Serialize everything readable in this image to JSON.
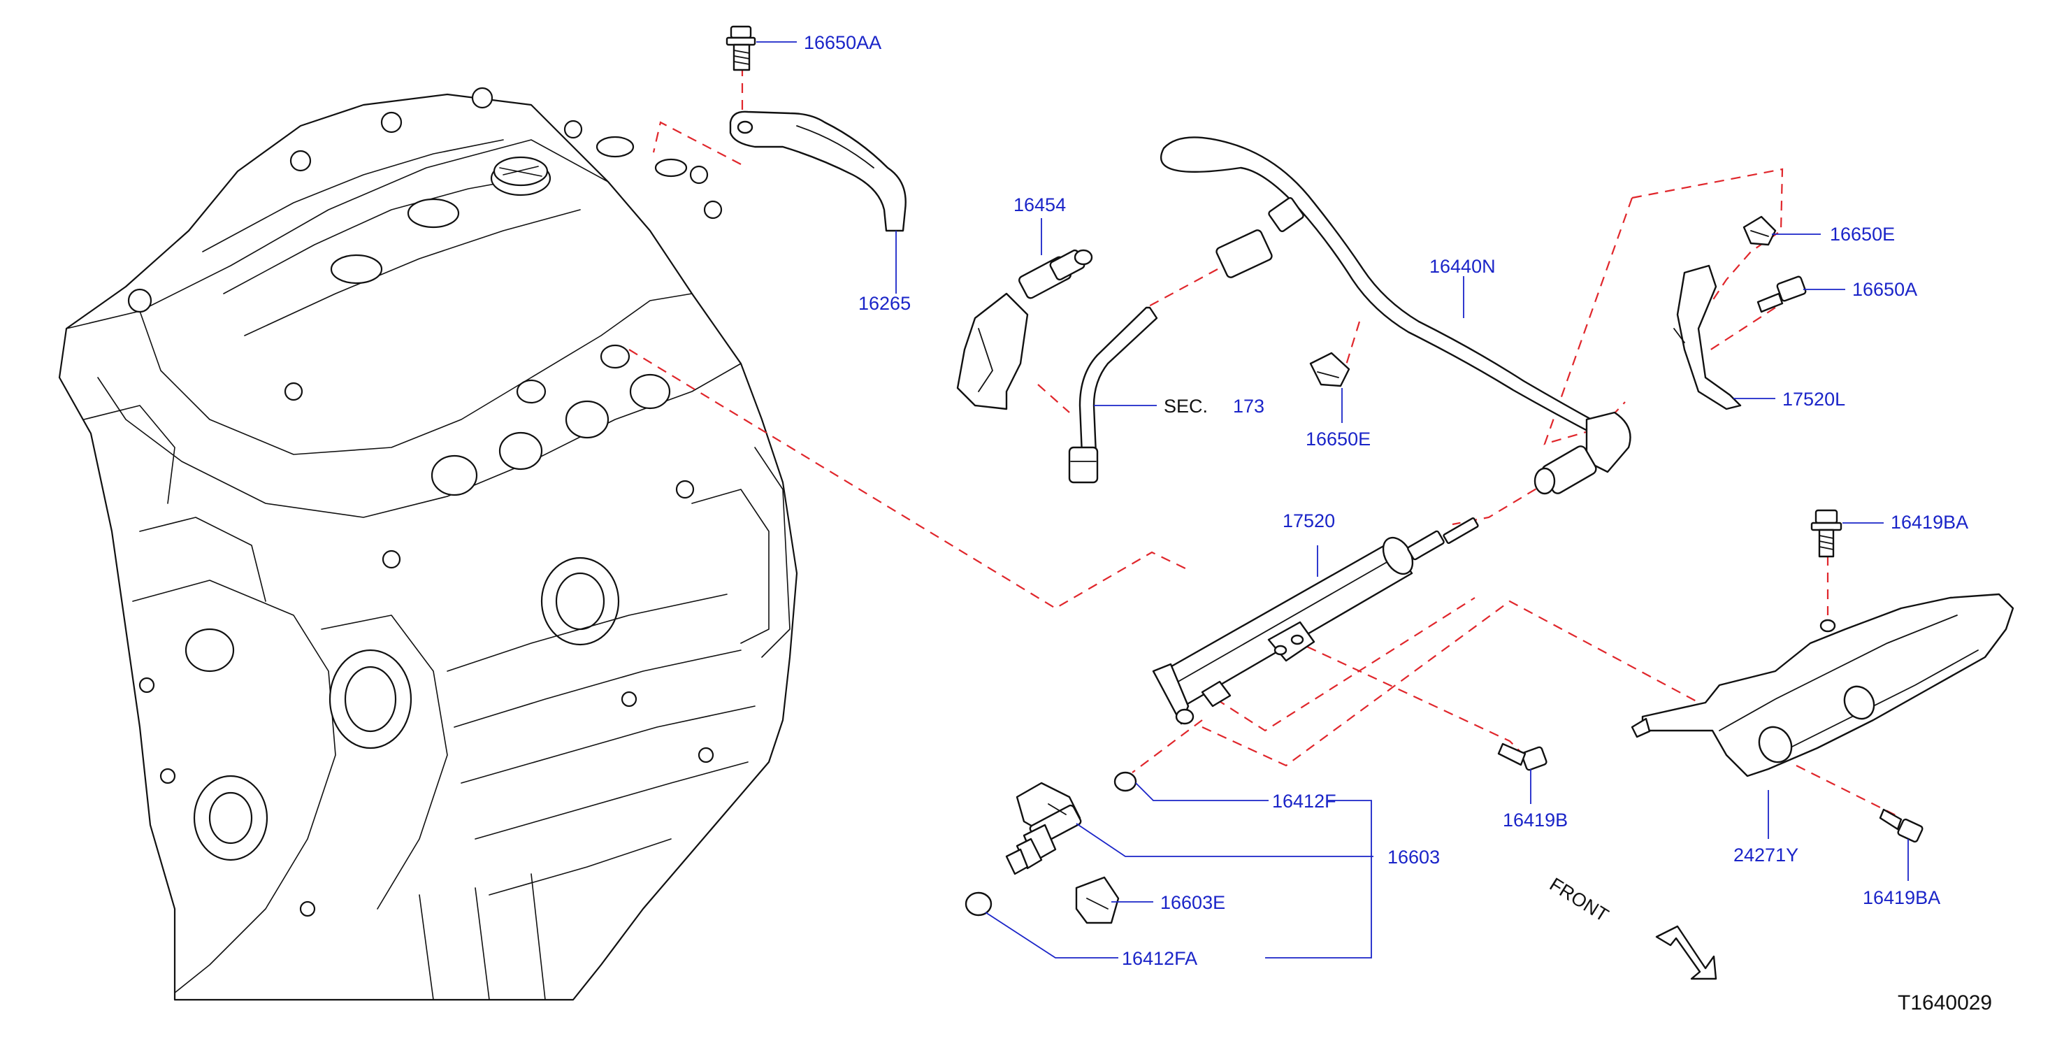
{
  "diagram": {
    "code": "T1640029",
    "direction_label": "FRONT",
    "sec_prefix": "SEC.",
    "sec_number": "173"
  },
  "labels": {
    "p16650AA": "16650AA",
    "p16265": "16265",
    "p16454": "16454",
    "p16440N": "16440N",
    "p16650E_top": "16650E",
    "p16650A": "16650A",
    "p17520L": "17520L",
    "p16650E_mid": "16650E",
    "p17520": "17520",
    "p16419BA_top": "16419BA",
    "p16412F": "16412F",
    "p16419B": "16419B",
    "p16603": "16603",
    "p24271Y": "24271Y",
    "p16603E": "16603E",
    "p16419BA_bot": "16419BA",
    "p16412FA": "16412FA"
  },
  "colors": {
    "label": "#1a24c8",
    "dash": "#e0262b",
    "line": "#111111"
  }
}
